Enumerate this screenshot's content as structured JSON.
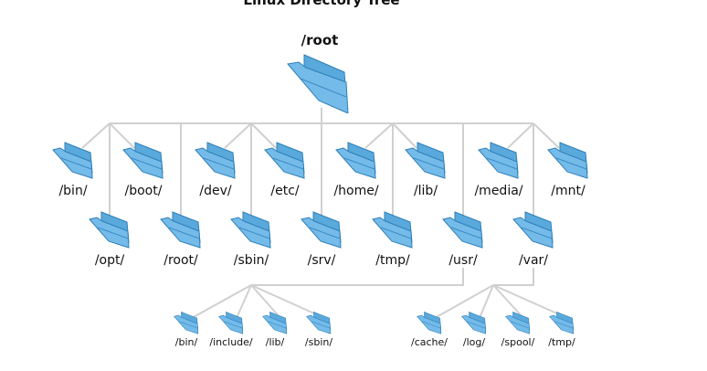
{
  "title": "Linux Directory Tree",
  "root": {
    "label": "/root"
  },
  "level1": [
    {
      "label": "/bin/"
    },
    {
      "label": "/boot/"
    },
    {
      "label": "/dev/"
    },
    {
      "label": "/etc/"
    },
    {
      "label": "/home/"
    },
    {
      "label": "/lib/"
    },
    {
      "label": "/media/"
    },
    {
      "label": "/mnt/"
    },
    {
      "label": "/opt/"
    },
    {
      "label": "/root/"
    },
    {
      "label": "/sbin/"
    },
    {
      "label": "/srv/"
    },
    {
      "label": "/tmp/"
    },
    {
      "label": "/usr/"
    },
    {
      "label": "/var/"
    }
  ],
  "usr_children": [
    {
      "label": "/bin/"
    },
    {
      "label": "/include/"
    },
    {
      "label": "/lib/"
    },
    {
      "label": "/sbin/"
    }
  ],
  "var_children": [
    {
      "label": "/cache/"
    },
    {
      "label": "/log/"
    },
    {
      "label": "/spool/"
    },
    {
      "label": "/tmp/"
    }
  ],
  "colors": {
    "folder_fill": "#74bbe9",
    "folder_back": "#5aa9dc",
    "folder_stroke": "#2f7fb8",
    "edge": "#d0d0d0"
  },
  "icons": {
    "folder": "folder-icon"
  }
}
